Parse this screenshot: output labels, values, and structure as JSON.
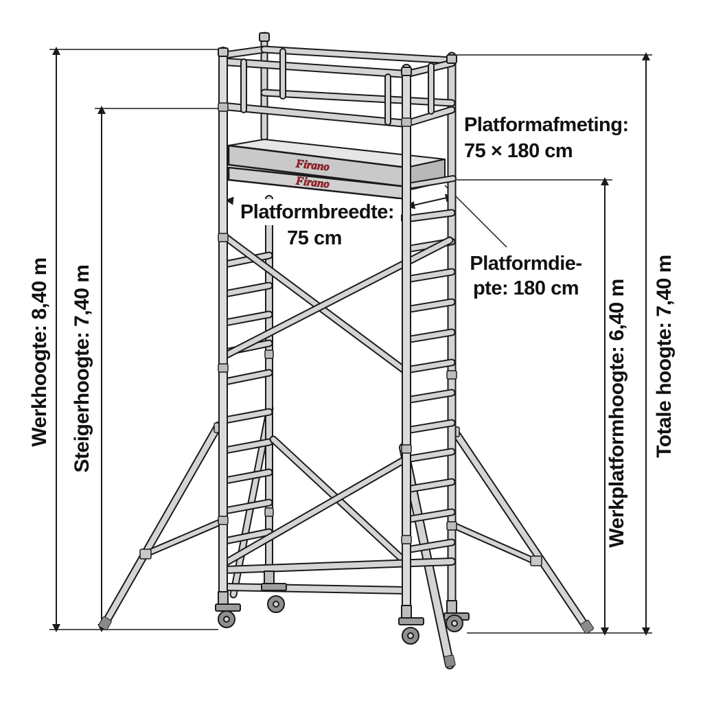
{
  "labels": {
    "werkhoogte": "Werkhoogte: 8,40 m",
    "steigerhoogte": "Steigerhoogte: 7,40 m",
    "werkplatformhoogte": "Werkplatformhoogte: 6,40 m",
    "totale_hoogte": "Totale hoogte: 7,40 m",
    "platformafmeting_line1": "Platformafmeting:",
    "platformafmeting_line2": "75 × 180 cm",
    "platformbreedte_line1": "Platformbreedte:",
    "platformbreedte_line2": "75 cm",
    "platformdiepte_line1": "Platformdie-",
    "platformdiepte_line2": "pte: 180 cm"
  },
  "brand": {
    "logo_text": "Firano",
    "logo_color": "#c41e2a"
  },
  "colors": {
    "line": "#1a1a1a",
    "metal": "#d4d4d4",
    "metal_dark": "#9a9a9a",
    "platform": "#c9c9c9"
  }
}
